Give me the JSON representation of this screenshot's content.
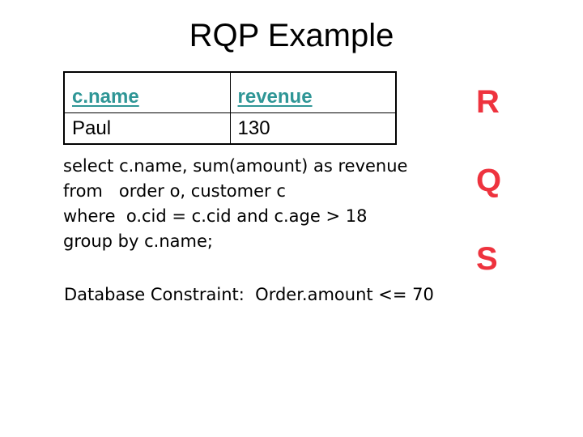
{
  "slide": {
    "title": "RQP Example",
    "colors": {
      "table_header_teal": "#2F9696",
      "side_label_red": "#EE333E",
      "text_black": "#000000",
      "background": "#FFFFFF"
    },
    "result_table": {
      "headers": [
        "c.name",
        "revenue"
      ],
      "rows": [
        [
          "Paul",
          "130"
        ]
      ]
    },
    "query_lines": [
      "select c.name, sum(amount) as revenue",
      "from   order o, customer c",
      "where  o.cid = c.cid and c.age > 18",
      "group by c.name;"
    ],
    "constraint_text": "Database Constraint:  Order.amount <= 70",
    "side_labels": [
      "R",
      "Q",
      "S"
    ]
  }
}
